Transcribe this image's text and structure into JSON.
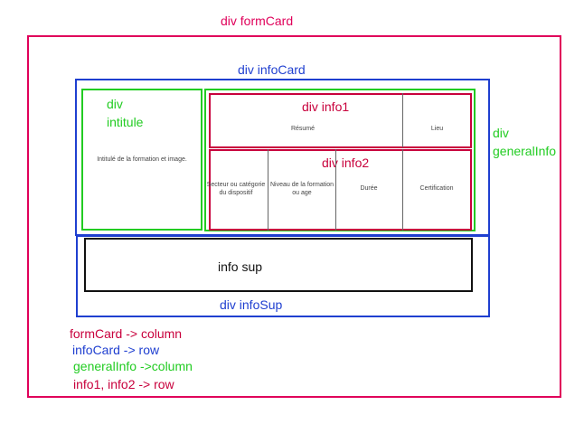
{
  "labels": {
    "formCard": "div formCard",
    "infoCard": "div infoCard",
    "intituleDiv": "div",
    "intituleName": "intitule",
    "generalInfoDiv": "div",
    "generalInfoName": "generalInfo",
    "info1": "div info1",
    "info2": "div info2",
    "infoSupBox": "info sup",
    "infoSupDiv": "div infoSup"
  },
  "cells": {
    "intitule": "Intitulé de la formation et image.",
    "resume": "Résumé",
    "lieu": "Lieu",
    "secteur": "Secteur ou catégorie du dispositif",
    "niveau": "Niveau de la formation ou age",
    "duree": "Durée",
    "certification": "Certification"
  },
  "notes": [
    "formCard -> column",
    "infoCard -> row",
    "generalInfo ->column",
    "info1, info2 -> row"
  ],
  "colors": {
    "pink": "#e0005a",
    "crimson": "#c8003c",
    "blue": "#1f3fd0",
    "green": "#22cc22",
    "black": "#111111"
  }
}
